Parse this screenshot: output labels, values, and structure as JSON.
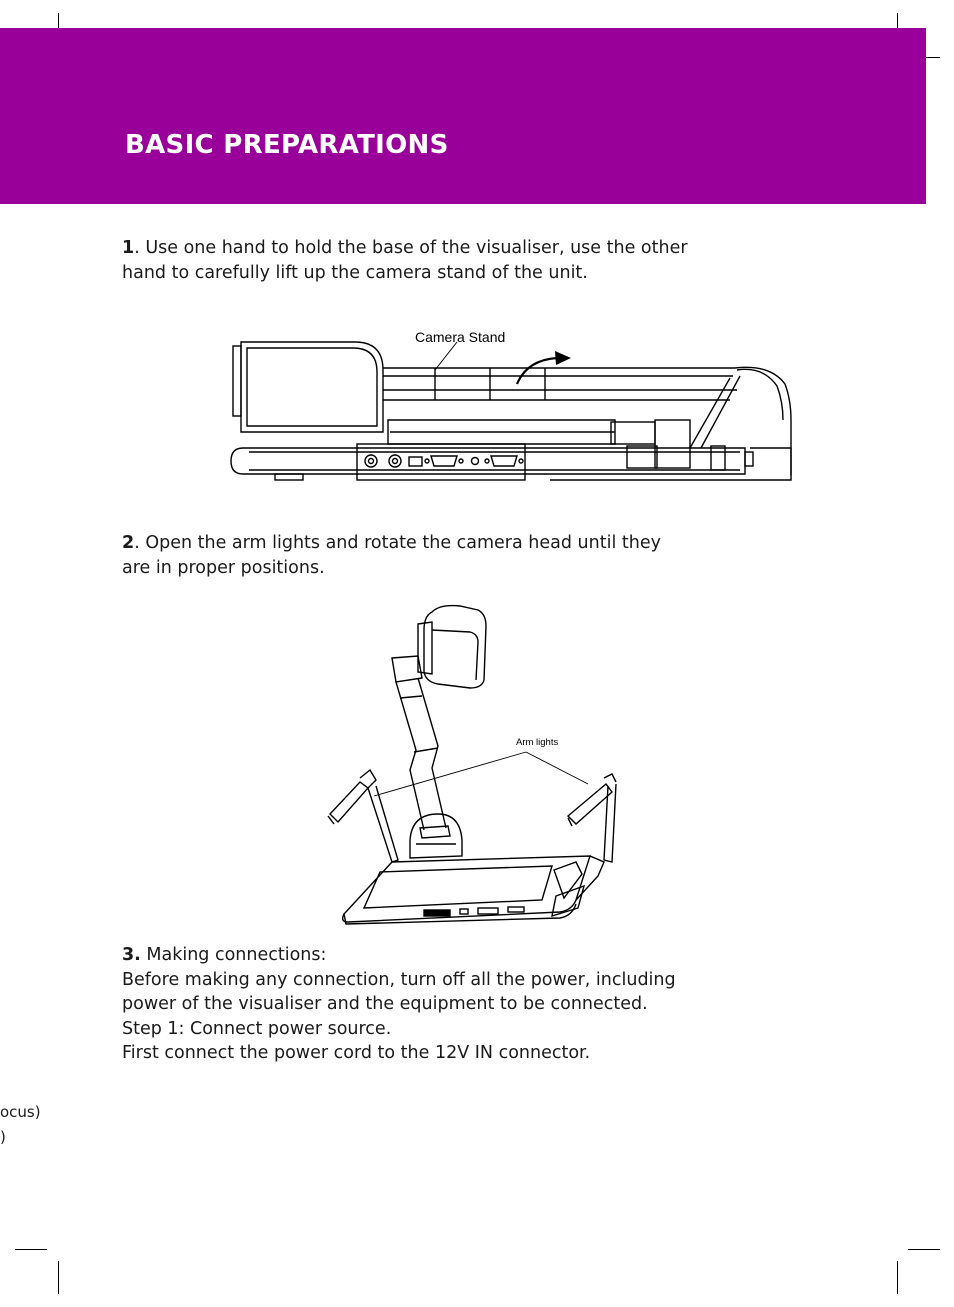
{
  "header": {
    "title": "BASIC PREPARATIONS",
    "color": "#990099"
  },
  "steps": [
    {
      "number": "1",
      "lines": [
        ". Use one hand to hold the base of the visualiser, use the other",
        "hand to carefully lift up the camera stand of the unit."
      ]
    },
    {
      "number": "2",
      "lines": [
        ". Open the arm lights and rotate the camera head until they",
        "are in proper positions."
      ]
    },
    {
      "number": "3.",
      "lines": [
        " Making connections:",
        "Before making any connection, turn off all the power, including",
        "power of the visualiser and the equipment to be connected.",
        "Step 1: Connect power source.",
        "First connect the power cord to the 12V IN connector."
      ]
    }
  ],
  "figures": {
    "folded": {
      "callout": "Camera Stand"
    },
    "open": {
      "callout": "Arm lights"
    }
  },
  "margin_fragments": [
    "ocus)",
    ")"
  ]
}
